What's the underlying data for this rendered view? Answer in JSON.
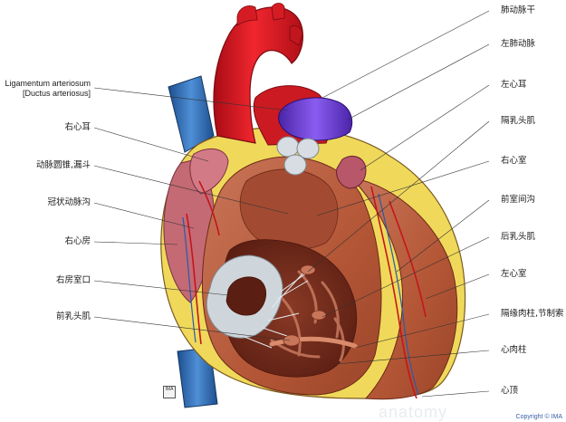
{
  "labels_right": [
    "肺动脉干",
    "左肺动脉",
    "左心耳",
    "隔乳头肌",
    "右心室",
    "前室间沟",
    "后乳头肌",
    "左心室",
    "隔缘肉柱,节制索",
    "心肉柱",
    "心顶"
  ],
  "labels_left": [
    "右心耳",
    "动脉圆锥,漏斗",
    "冠状动脉沟",
    "右心房",
    "右房室口",
    "前乳头肌"
  ],
  "label_en_line1": "Ligamentum arteriosum",
  "label_en_line2": "[Ductus arteriosus]",
  "copyright": "Copyright © IMA",
  "watermark": "anatomy",
  "colors": {
    "aorta": "#e2141d",
    "pulmonary_trunk": "#c01420",
    "vena_cava": "#2f6cb5",
    "left_pulmonary_artery": "#6a3cd0",
    "myocardium": "#b55a3e",
    "fat": "#f1dd63",
    "valve": "#cfd6db"
  }
}
